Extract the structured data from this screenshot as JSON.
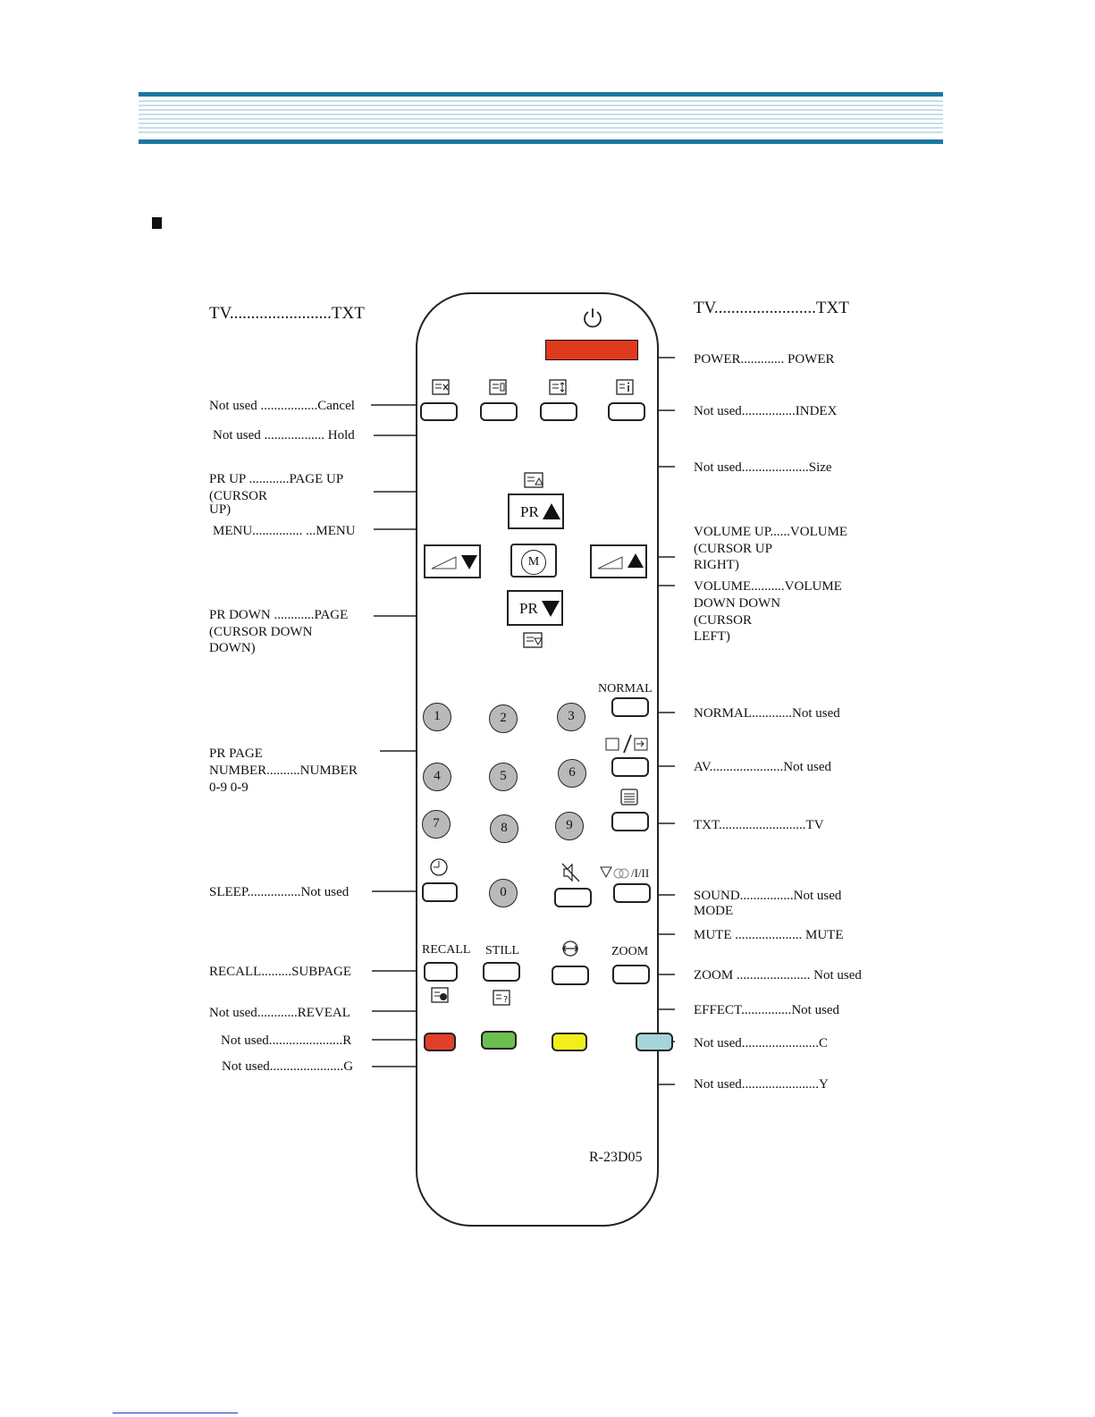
{
  "header": {
    "bar_color": "#1a78a0"
  },
  "remote": {
    "model": "R-23D05",
    "power_color": "#e03a1e",
    "colors": {
      "red": "#e0402a",
      "green": "#6cbf4e",
      "yellow": "#f2ef1a",
      "cyan": "#a6d6da"
    },
    "numbers": [
      "1",
      "2",
      "3",
      "4",
      "5",
      "6",
      "7",
      "8",
      "9",
      "0"
    ],
    "pr_label": "PR",
    "menu_label": "M",
    "normal_label": "NORMAL",
    "recall_label": "RECALL",
    "still_label": "STILL",
    "zoom_label": "ZOOM",
    "sound_mode_suffix": "/I/II",
    "icons": [
      "power-icon",
      "cancel-icon",
      "hold-icon",
      "size-icon",
      "index-icon",
      "page-up-icon",
      "page-down-icon",
      "av-icon",
      "txt-icon",
      "sleep-icon",
      "mute-icon",
      "sound-mode-icon",
      "effect-icon",
      "subpage-icon",
      "reveal-icon",
      "volume-icon"
    ]
  },
  "labels": {
    "left_title": "TV........................TXT",
    "right_title": "TV........................TXT",
    "power": "POWER............. POWER",
    "cancel": "Not used .................Cancel",
    "hold": "Not used .................. Hold",
    "index": "Not used................INDEX",
    "size": "Not used....................Size",
    "pr_up": [
      "PR UP   ............PAGE  UP",
      "(CURSOR",
      " UP)"
    ],
    "menu": "MENU............... ...MENU",
    "volume_up": [
      "VOLUME UP......VOLUME",
      "(CURSOR                  UP",
      "  RIGHT)"
    ],
    "volume_down": [
      "VOLUME..........VOLUME",
      "DOWN                DOWN",
      "(CURSOR",
      "  LEFT)"
    ],
    "pr_down": [
      "PR DOWN ............PAGE",
      "(CURSOR            DOWN",
      " DOWN)"
    ],
    "normal": "NORMAL............Not used",
    "pr_number": [
      "PR                       PAGE",
      "NUMBER..........NUMBER",
      "0-9                          0-9"
    ],
    "av": "AV......................Not used",
    "txt": "TXT..........................TV",
    "sleep": "SLEEP................Not used",
    "sound_mode": [
      "SOUND................Not used",
      "MODE"
    ],
    "mute": "MUTE .................... MUTE",
    "recall": "RECALL.........SUBPAGE",
    "zoom": "ZOOM ...................... Not used",
    "reveal": "Not used............REVEAL",
    "effect": "EFFECT...............Not used",
    "red": "Not used......................R",
    "cyan": "Not used.......................C",
    "green": "Not used......................G",
    "yellow": "Not used.......................Y"
  }
}
